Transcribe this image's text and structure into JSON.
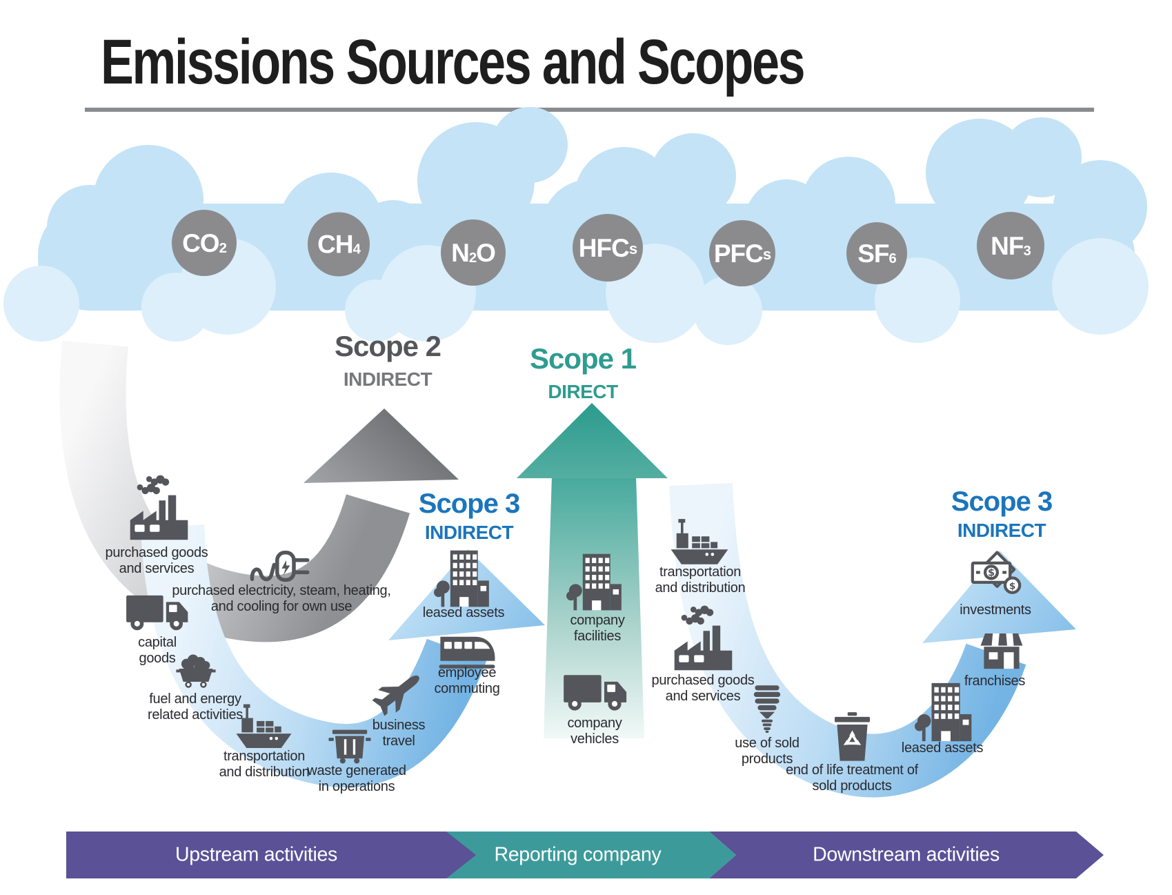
{
  "title": "Emissions Sources and Scopes",
  "gases": [
    {
      "pre": "CO",
      "sub": "2"
    },
    {
      "pre": "CH",
      "sub": "4"
    },
    {
      "pre": "N",
      "sub": "2",
      "post": "O"
    },
    {
      "pre": "HFC",
      "small": "s"
    },
    {
      "pre": "PFC",
      "small": "s"
    },
    {
      "pre": "SF",
      "sub": "6"
    },
    {
      "pre": "NF",
      "sub": "3"
    }
  ],
  "scopes": {
    "scope2": {
      "name": "Scope 2",
      "type": "INDIRECT"
    },
    "scope1": {
      "name": "Scope 1",
      "type": "DIRECT"
    },
    "scope3_upstream": {
      "name": "Scope 3",
      "type": "INDIRECT"
    },
    "scope3_downstream": {
      "name": "Scope 3",
      "type": "INDIRECT"
    }
  },
  "activities": {
    "purchased_goods_up": "purchased goods\nand services",
    "purchased_electricity": "purchased electricity, steam, heating,\nand cooling for own use",
    "capital_goods": "capital\ngoods",
    "fuel_energy": "fuel and energy\nrelated activities",
    "transport_up": "transportation\nand distribution",
    "waste": "waste generated\nin operations",
    "business_travel": "business\ntravel",
    "employee_commuting": "employee\ncommuting",
    "leased_assets_up": "leased assets",
    "company_facilities": "company\nfacilities",
    "company_vehicles": "company\nvehicles",
    "transport_down": "transportation\nand distribution",
    "purchased_goods_down": "purchased goods\nand services",
    "use_sold": "use of sold\nproducts",
    "end_of_life": "end of life treatment of\nsold products",
    "leased_assets_down": "leased assets",
    "franchises": "franchises",
    "investments": "investments"
  },
  "banner": {
    "upstream": "Upstream activities",
    "reporting": "Reporting company",
    "downstream": "Downstream activities"
  },
  "colors": {
    "cloud_blue": "#C4E3F6",
    "cloud_light": "#DCEFFB",
    "gas_circle_gray": "#8B8B8E",
    "scope2_gray": "#55565A",
    "scope1_teal": "#2E9C8F",
    "scope3_blue": "#1B75BC",
    "icon_gray": "#54565B",
    "arrow_blue": "#74B4E4",
    "arrow_blue_light": "#A9D3F1",
    "banner_purple": "#5A5197",
    "banner_teal": "#3D9A9A"
  }
}
